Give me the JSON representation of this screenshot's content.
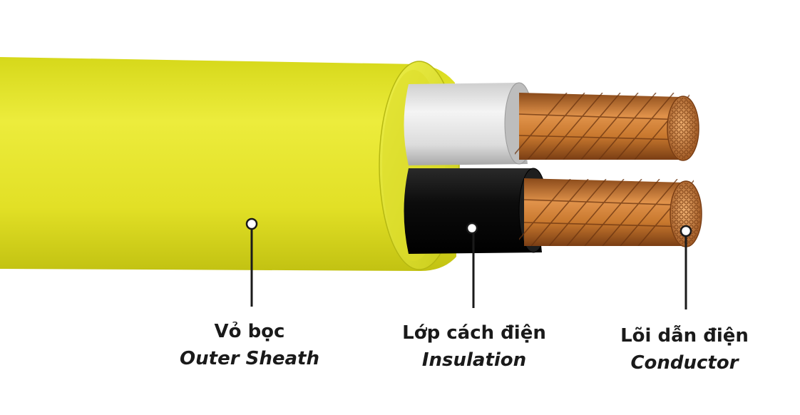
{
  "labels": {
    "sheath": {
      "vi": "Vỏ bọc",
      "en": "Outer Sheath"
    },
    "insulation": {
      "vi": "Lớp cách điện",
      "en": "Insulation"
    },
    "conductor": {
      "vi": "Lõi dẫn điện",
      "en": "Conductor"
    }
  },
  "colors": {
    "sheath": "#e4e21e",
    "insulation_white": "#e6e6e6",
    "insulation_black": "#141414",
    "conductor": "#c8782e"
  }
}
